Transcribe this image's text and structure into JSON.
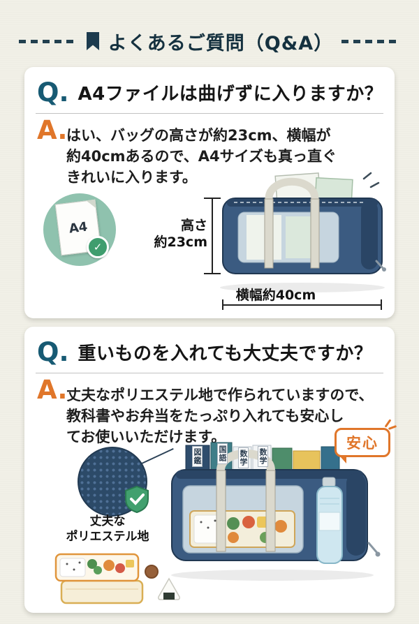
{
  "header": {
    "title": "よくあるご質問（Q&A）"
  },
  "qa1": {
    "q_label": "Q.",
    "question": "A4ファイルは曲げずに入りますか？",
    "a_label": "A.",
    "answer": "はい、バッグの高さが約23cm、横幅が\n約40cmあるので、A4サイズも真っ直ぐ\nきれいに入ります。",
    "a4_label": "A4",
    "height_label": "高さ\n約23cm",
    "width_label": "横幅約40cm"
  },
  "qa2": {
    "q_label": "Q.",
    "question": "重いものを入れても大丈夫ですか？",
    "a_label": "A.",
    "answer": "丈夫なポリエステル地で作られていますので、\n教科書やお弁当をたっぷり入れても安心し\nてお使いいただけます。",
    "badge": "安心",
    "material_label": "丈夫な\nポリエステル地",
    "books": [
      "図鑑",
      "国語",
      "数学",
      "数学"
    ]
  },
  "icons": {
    "check": "✓"
  },
  "colors": {
    "background": "#f1f0e7",
    "card": "#ffffff",
    "q_accent": "#175a73",
    "a_accent": "#e0762a",
    "bag_navy": "#3b5b81",
    "circle_green": "#8fc2ae",
    "check_green": "#3f9d6e",
    "badge_orange": "#e0762a"
  }
}
